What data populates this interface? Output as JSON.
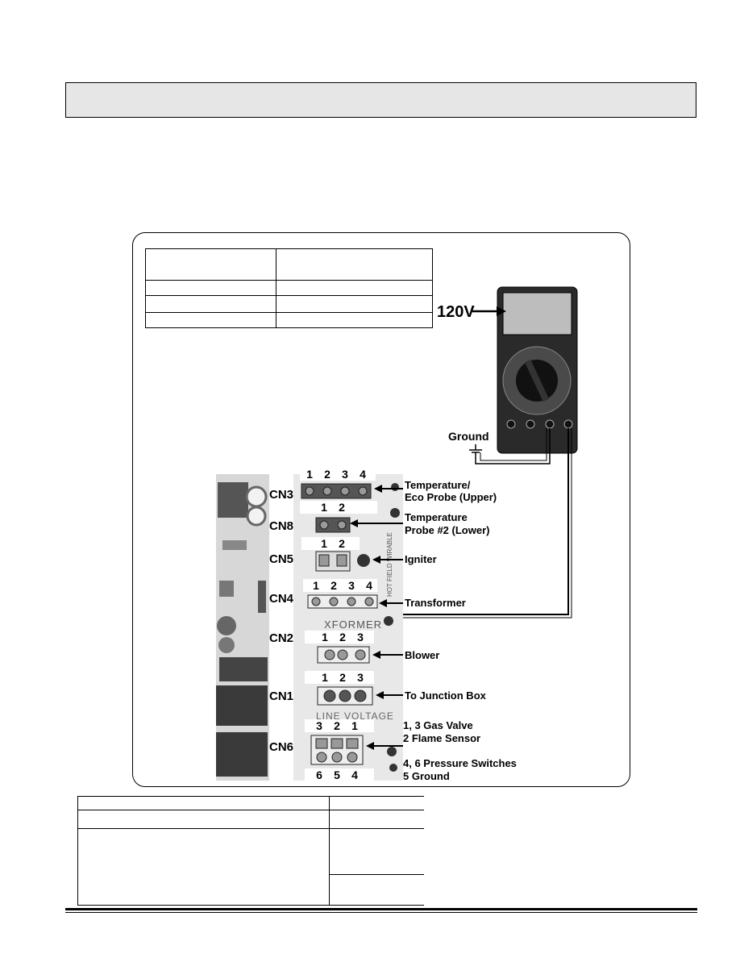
{
  "meter": {
    "reading_label": "120V",
    "ground_label": "Ground"
  },
  "connectors": [
    {
      "id": "CN3",
      "pins": [
        "1",
        "2",
        "3",
        "4"
      ],
      "desc": [
        "Temperature/",
        "Eco Probe (Upper)"
      ]
    },
    {
      "id": "CN8",
      "pins": [
        "1",
        "2"
      ],
      "desc": [
        "Temperature",
        "Probe #2 (Lower)"
      ]
    },
    {
      "id": "CN5",
      "pins": [
        "1",
        "2"
      ],
      "desc": [
        "Igniter"
      ]
    },
    {
      "id": "CN4",
      "pins": [
        "1",
        "2",
        "3",
        "4"
      ],
      "desc": [
        "Transformer"
      ]
    },
    {
      "id": "CN2",
      "pins": [
        "1",
        "2",
        "3"
      ],
      "desc": [
        "Blower"
      ]
    },
    {
      "id": "CN1",
      "pins": [
        "1",
        "2",
        "3"
      ],
      "desc": [
        "To Junction Box"
      ]
    },
    {
      "id": "CN6",
      "pins_top": [
        "3",
        "2",
        "1"
      ],
      "pins_bottom": [
        "6",
        "5",
        "4"
      ],
      "desc": [
        "1, 3 Gas Valve",
        "2 Flame Sensor",
        "4, 6 Pressure Switches",
        "5 Ground"
      ]
    }
  ],
  "board_labels": {
    "xformer": "XFORMER",
    "line_voltage": "LINE VOLTAGE",
    "hot_field": "HOT FIELD WIRABLE"
  }
}
